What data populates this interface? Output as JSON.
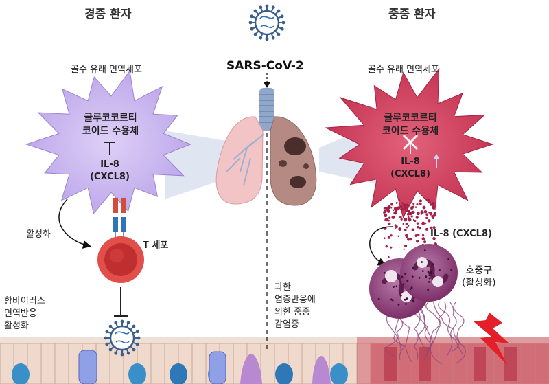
{
  "left": {
    "title": "경증 환자",
    "cell_label": "골수 유래 면역세포",
    "receptor_line1": "글루코코르티",
    "receptor_line2": "코이드 수용체",
    "il8_line1": "IL-8",
    "il8_line2": "(CXCL8)",
    "activation": "활성화",
    "t_cell": "T 세포",
    "antiviral_line1": "항바이러스",
    "antiviral_line2": "면역반응",
    "antiviral_line3": "활성화"
  },
  "center": {
    "virus": "SARS-CoV-2",
    "inflam_line1": "과한",
    "inflam_line2": "염증반응에",
    "inflam_line3": "의한 중증",
    "inflam_line4": "감염증"
  },
  "right": {
    "title": "중증 환자",
    "cell_label": "골수 유래 면역세포",
    "receptor_line1": "글루코코르티",
    "receptor_line2": "코이드 수용체",
    "il8_line1": "IL-8",
    "il8_line2": "(CXCL8)",
    "secreted": "IL-8 (CXCL8)",
    "neutrophil_line1": "호중구",
    "neutrophil_line2": "(활성화)"
  },
  "colors": {
    "mild_cell": "#c9b6ee",
    "severe_cell": "#d2405f",
    "t_cell": "#d94a4a",
    "neutrophil": "#8e3f78",
    "virus": "#3a5f8f",
    "lightning": "#e3202a"
  }
}
